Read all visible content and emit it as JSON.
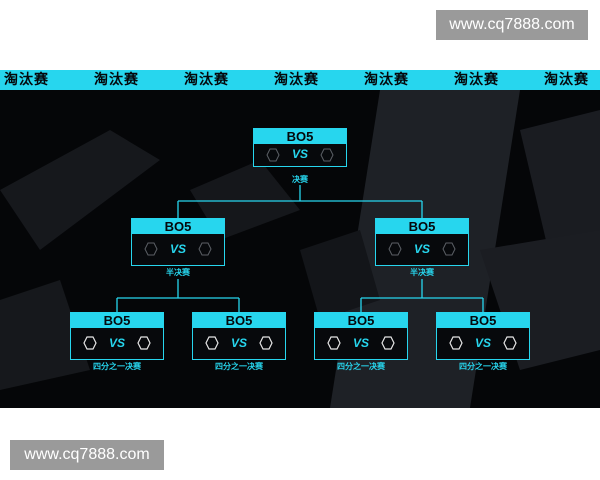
{
  "watermark": {
    "top_text": "www.cq7888.com",
    "bottom_text": "www.cq7888.com"
  },
  "banner": {
    "word": "淘汰赛",
    "repeat_count": 7,
    "color": "#27d6ee"
  },
  "bracket": {
    "accent_color": "#27d6ee",
    "final": {
      "format": "BO5",
      "vs": "VS",
      "stage": "决赛"
    },
    "semifinals": [
      {
        "format": "BO5",
        "vs": "VS",
        "stage": "半决赛"
      },
      {
        "format": "BO5",
        "vs": "VS",
        "stage": "半决赛"
      }
    ],
    "quarterfinals": [
      {
        "format": "BO5",
        "vs": "VS",
        "stage": "四分之一决赛"
      },
      {
        "format": "BO5",
        "vs": "VS",
        "stage": "四分之一决赛"
      },
      {
        "format": "BO5",
        "vs": "VS",
        "stage": "四分之一决赛"
      },
      {
        "format": "BO5",
        "vs": "VS",
        "stage": "四分之一决赛"
      }
    ],
    "team_icon": "hexagon-team-icon"
  }
}
